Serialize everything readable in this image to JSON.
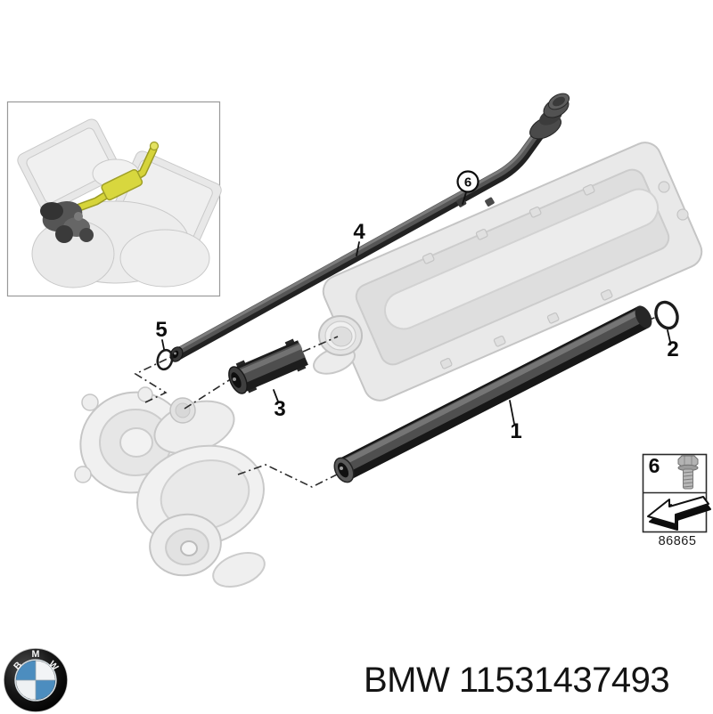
{
  "diagram": {
    "callouts": [
      {
        "label": "1"
      },
      {
        "label": "2"
      },
      {
        "label": "3"
      },
      {
        "label": "4"
      },
      {
        "label": "5"
      },
      {
        "label": "6"
      }
    ],
    "colors": {
      "part_dark": "#3a3a3a",
      "ghost_gray": "#e9e9e9",
      "highlight_yellow": "#d6d43a"
    }
  },
  "legend": {
    "item": "6",
    "code": "86865"
  },
  "footer": {
    "title": "BMW 11531437493",
    "logo_letters": [
      "B",
      "M",
      "W"
    ],
    "logo_blue": "#4c8dbf"
  }
}
